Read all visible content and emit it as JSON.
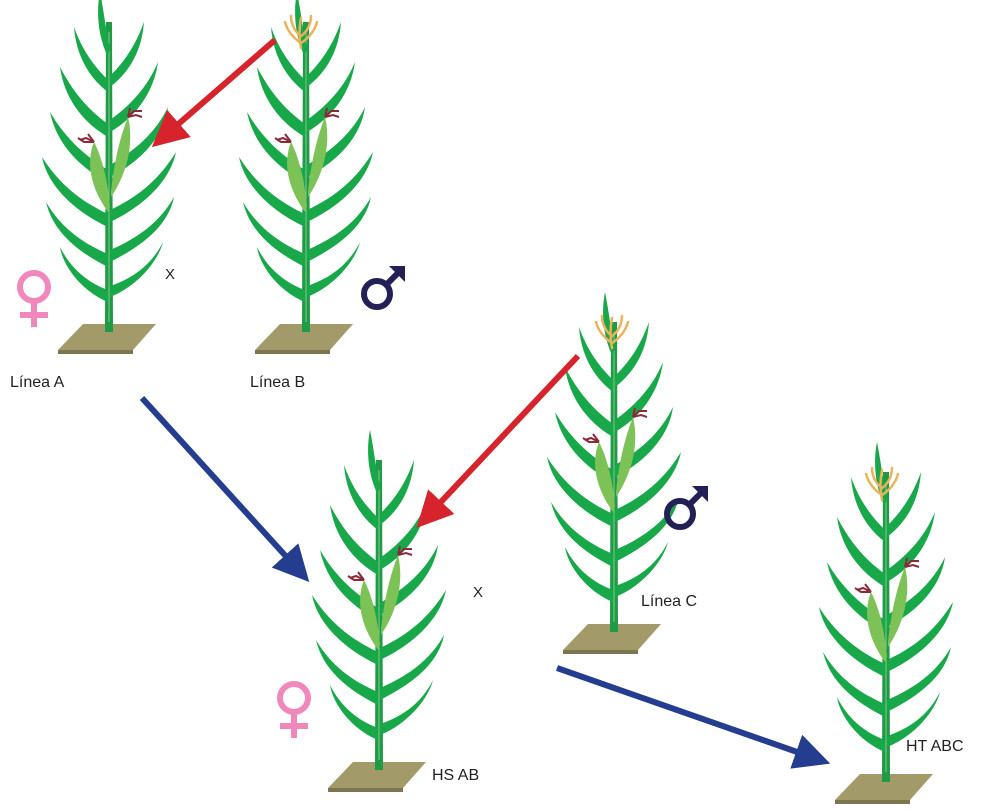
{
  "diagram": {
    "plants": [
      {
        "id": "linea-a",
        "label": "Línea A",
        "tassel": false
      },
      {
        "id": "linea-b",
        "label": "Línea B",
        "tassel": true
      },
      {
        "id": "hs-ab",
        "label": "HS AB",
        "tassel": false
      },
      {
        "id": "linea-c",
        "label": "Línea C",
        "tassel": true
      },
      {
        "id": "ht-abc",
        "label": "HT ABC",
        "tassel": true
      }
    ],
    "cross_symbol": "X",
    "colors": {
      "pollination_arrow": "#d7232b",
      "progeny_arrow": "#253d8f",
      "female_symbol": "#f088bb",
      "male_symbol": "#222055",
      "leaf": "#18a84a",
      "ear": "#7dc257",
      "silk": "#8b2b3a",
      "tassel": "#e8b35a",
      "soil": "#a39a6a"
    }
  }
}
